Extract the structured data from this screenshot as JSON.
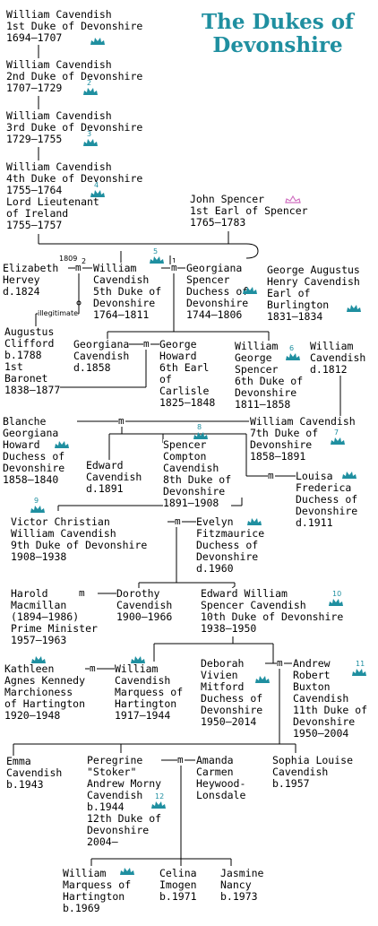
{
  "title": "The Dukes of\nDevonshire",
  "colors": {
    "title": "#1f8fa0",
    "crown": "#1f8fa0",
    "earl_crown": "#d070c0"
  },
  "marriage_symbol": "m",
  "notes": {
    "year_1809": "1809",
    "illegitimate": "illegitimate",
    "order_2": "2",
    "order_1": "1"
  },
  "people": {
    "duke1": {
      "text": "William Cavendish\n1st Duke of Devonshire\n1694–1707",
      "crown_num": ""
    },
    "duke2": {
      "text": "William Cavendish\n2nd Duke of Devonshire\n1707–1729",
      "crown_num": "2"
    },
    "duke3": {
      "text": "William Cavendish\n3rd Duke of Devonshire\n1729–1755",
      "crown_num": "3"
    },
    "duke4": {
      "text": "William Cavendish\n4th Duke of Devonshire\n1755–1764\nLord Lieutenant\nof Ireland\n1755–1757",
      "crown_num": "4"
    },
    "spencer": {
      "text": "John Spencer\n1st Earl of Spencer\n1765–1783",
      "crown_num": ""
    },
    "elizabeth": {
      "text": "Elizabeth\nHervey\nd.1824"
    },
    "duke5": {
      "text": "William\nCavendish\n5th Duke of\nDevonshire\n1764–1811",
      "crown_num": "5"
    },
    "georgiana": {
      "text": "Georgiana\nSpencer\nDuchess of\nDevonshire\n1744–1806"
    },
    "george_augustus": {
      "text": "George Augustus\nHenry Cavendish\nEarl of\nBurlington\n1831–1834"
    },
    "augustus": {
      "text": "Augustus\nClifford\nb.1788\n1st\nBaronet\n1838–1877"
    },
    "georgiana_c": {
      "text": "Georgiana\nCavendish\nd.1858"
    },
    "george_howard": {
      "text": "George\nHoward\n6th Earl\nof\nCarlisle\n1825–1848"
    },
    "duke6": {
      "text": "William\nGeorge\nSpencer\n6th Duke of\nDevonshire\n1811–1858",
      "crown_num": "6"
    },
    "william_c1812": {
      "text": "William\nCavendish\nd.1812"
    },
    "blanche": {
      "text": "Blanche\nGeorgiana\nHoward\nDuchess of\nDevonshire\n1858–1840"
    },
    "duke7": {
      "text": "William Cavendish\n7th Duke of\nDevonshire\n1858–1891",
      "crown_num": "7"
    },
    "edward_c": {
      "text": "Edward\nCavendish\nd.1891"
    },
    "duke8": {
      "text": "Spencer\nCompton\nCavendish\n8th Duke of\nDevonshire\n1891–1908",
      "crown_num": "8"
    },
    "louisa": {
      "text": "Louisa\nFrederica\nDuchess of\nDevonshire\nd.1911"
    },
    "duke9": {
      "text": "Victor Christian\nWilliam Cavendish\n9th Duke of Devonshire\n1908–1938",
      "crown_num": "9"
    },
    "evelyn": {
      "text": "Evelyn\nFitzmaurice\nDuchess of\nDevonshire\nd.1960"
    },
    "harold": {
      "text": "Harold\nMacmillan\n(1894–1986)\nPrime Minister\n1957–1963"
    },
    "dorothy": {
      "text": "Dorothy\nCavendish\n1900–1966"
    },
    "duke10": {
      "text": "Edward William\nSpencer Cavendish\n10th Duke of Devonshire\n1938–1950",
      "crown_num": "10"
    },
    "kathleen": {
      "text": "Kathleen\nAgnes Kennedy\nMarchioness\nof Hartington\n1920–1948"
    },
    "william_h": {
      "text": "William\nCavendish\nMarquess of\nHartington\n1917–1944"
    },
    "deborah": {
      "text": "Deborah\nVivien\nMitford\nDuchess of\nDevonshire\n1950–2014"
    },
    "duke11": {
      "text": "Andrew\nRobert\nBuxton\nCavendish\n11th Duke of\nDevonshire\n1950–2004",
      "crown_num": "11"
    },
    "emma": {
      "text": "Emma\nCavendish\nb.1943"
    },
    "duke12": {
      "text": "Peregrine\n\"Stoker\"\nAndrew Morny\nCavendish\nb.1944\n12th Duke of\nDevonshire\n2004–",
      "crown_num": "12"
    },
    "amanda": {
      "text": "Amanda\nCarmen\nHeywood-\nLonsdale"
    },
    "sophia": {
      "text": "Sophia Louise\nCavendish\nb.1957"
    },
    "william_m": {
      "text": "William\nMarquess of\nHartington\nb.1969"
    },
    "celina": {
      "text": "Celina\nImogen\nb.1971"
    },
    "jasmine": {
      "text": "Jasmine\nNancy\nb.1973"
    }
  }
}
